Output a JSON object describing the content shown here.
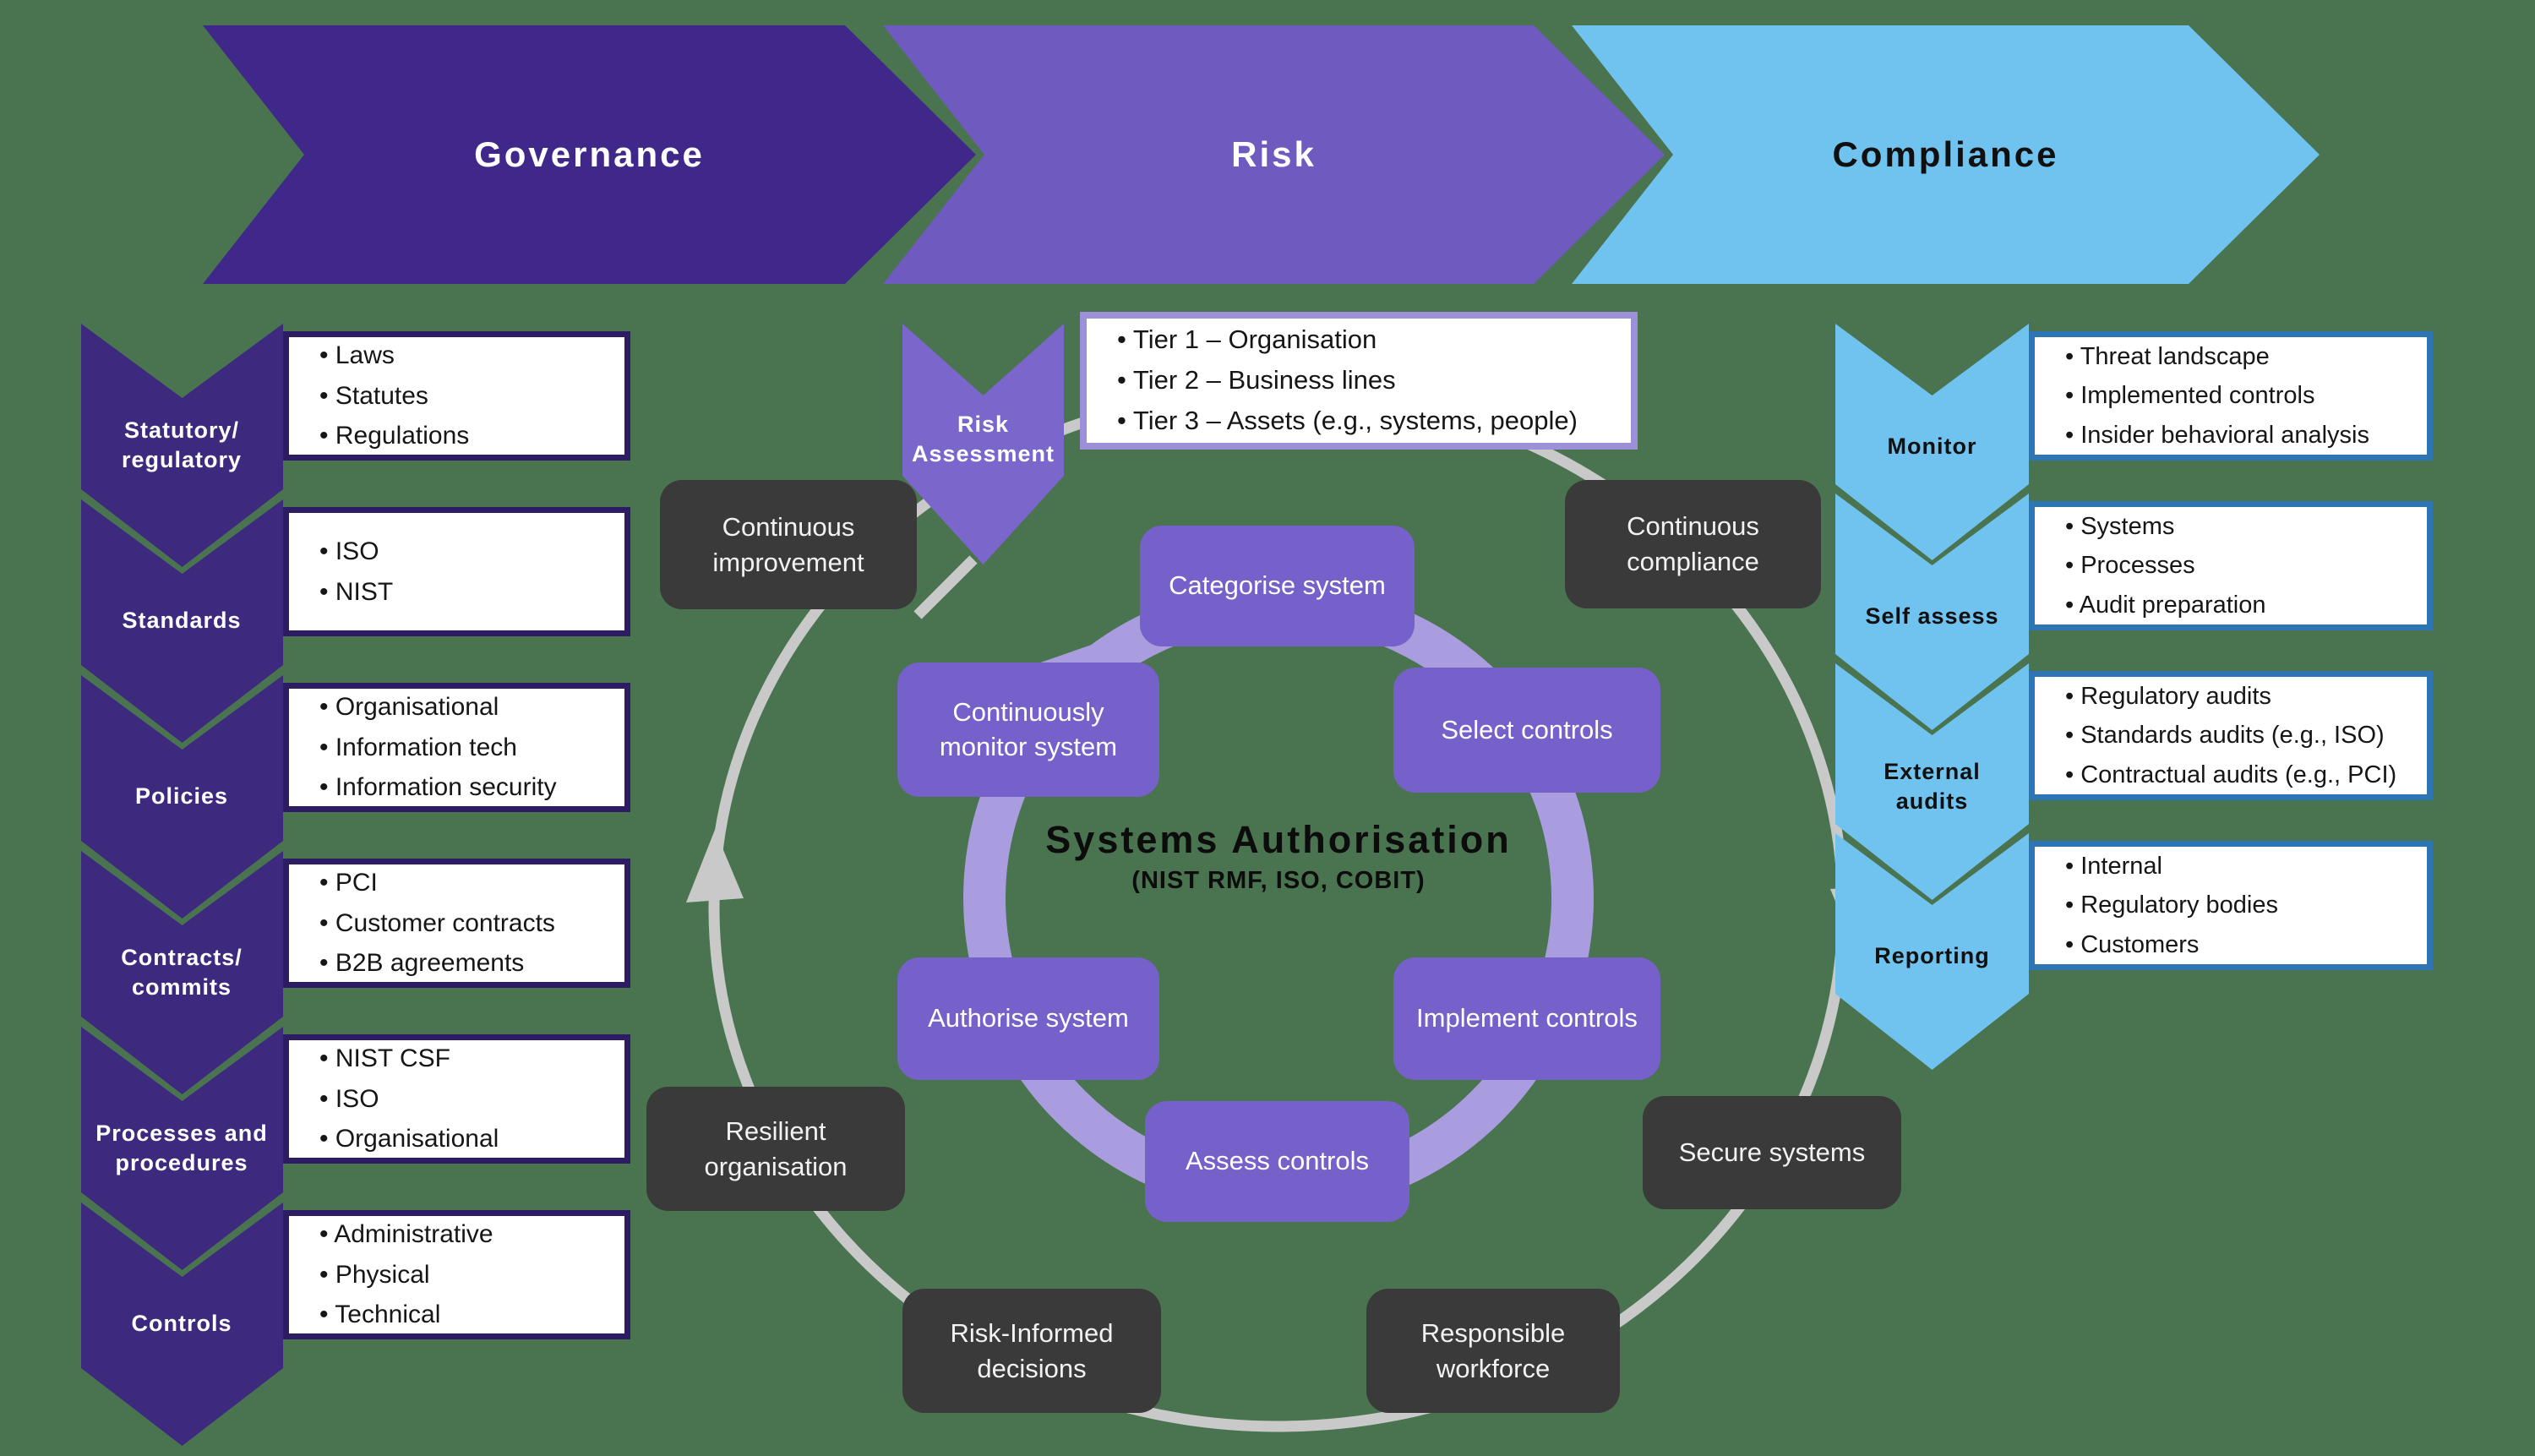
{
  "top_arrows": [
    {
      "label": "Governance"
    },
    {
      "label": "Risk"
    },
    {
      "label": "Compliance"
    }
  ],
  "left_column": {
    "rows": [
      {
        "label": "Statutory/ regulatory",
        "items": [
          "Laws",
          "Statutes",
          "Regulations"
        ]
      },
      {
        "label": "Standards",
        "items": [
          "ISO",
          "NIST"
        ]
      },
      {
        "label": "Policies",
        "items": [
          "Organisational",
          "Information tech",
          "Information security"
        ]
      },
      {
        "label": "Contracts/ commits",
        "items": [
          "PCI",
          "Customer contracts",
          "B2B agreements"
        ]
      },
      {
        "label": "Processes and procedures",
        "items": [
          "NIST CSF",
          "ISO",
          "Organisational"
        ]
      },
      {
        "label": "Controls",
        "items": [
          "Administrative",
          "Physical",
          "Technical"
        ]
      }
    ]
  },
  "right_column": {
    "rows": [
      {
        "label": "Monitor",
        "items": [
          "Threat landscape",
          "Implemented controls",
          "Insider behavioral analysis"
        ]
      },
      {
        "label": "Self assess",
        "items": [
          "Systems",
          "Processes",
          "Audit preparation"
        ]
      },
      {
        "label": "External audits",
        "items": [
          "Regulatory audits",
          "Standards audits (e.g., ISO)",
          "Contractual audits (e.g., PCI)"
        ]
      },
      {
        "label": "Reporting",
        "items": [
          "Internal",
          "Regulatory bodies",
          "Customers"
        ]
      }
    ]
  },
  "risk_assessment": {
    "label": "Risk Assessment"
  },
  "tier_box": {
    "items": [
      "Tier 1 – Organisation",
      "Tier 2 – Business lines",
      "Tier 3 – Assets (e.g., systems, people)"
    ]
  },
  "cycle": {
    "title": "Systems Authorisation",
    "subtitle": "(NIST RMF, ISO, COBIT)",
    "steps": [
      {
        "label": "Categorise system"
      },
      {
        "label": "Select controls"
      },
      {
        "label": "Implement controls"
      },
      {
        "label": "Assess controls"
      },
      {
        "label": "Authorise system"
      },
      {
        "label": "Continuously monitor system"
      }
    ],
    "outcomes": [
      {
        "label": "Continuous improvement"
      },
      {
        "label": "Continuous compliance"
      },
      {
        "label": "Resilient organisation"
      },
      {
        "label": "Secure systems"
      },
      {
        "label": "Risk-Informed decisions"
      },
      {
        "label": "Responsible workforce"
      }
    ]
  },
  "colors": {
    "background": "#4a7450",
    "governance_fill": "#40278a",
    "risk_fill": "#6f5abf",
    "compliance_fill": "#6fc3ee",
    "left_chevron": "#3d2a7f",
    "left_box_border": "#2d1b63",
    "right_chevron": "#6fc3ee",
    "right_box_border": "#2e75b6",
    "risk_chevron": "#7b66cc",
    "step_purple": "#7561c9",
    "ring_purple": "#a99cdf",
    "dark_box": "#3a3a3a",
    "arc_grey": "#c9c9c9",
    "tier_border": "#9e8fd9"
  }
}
